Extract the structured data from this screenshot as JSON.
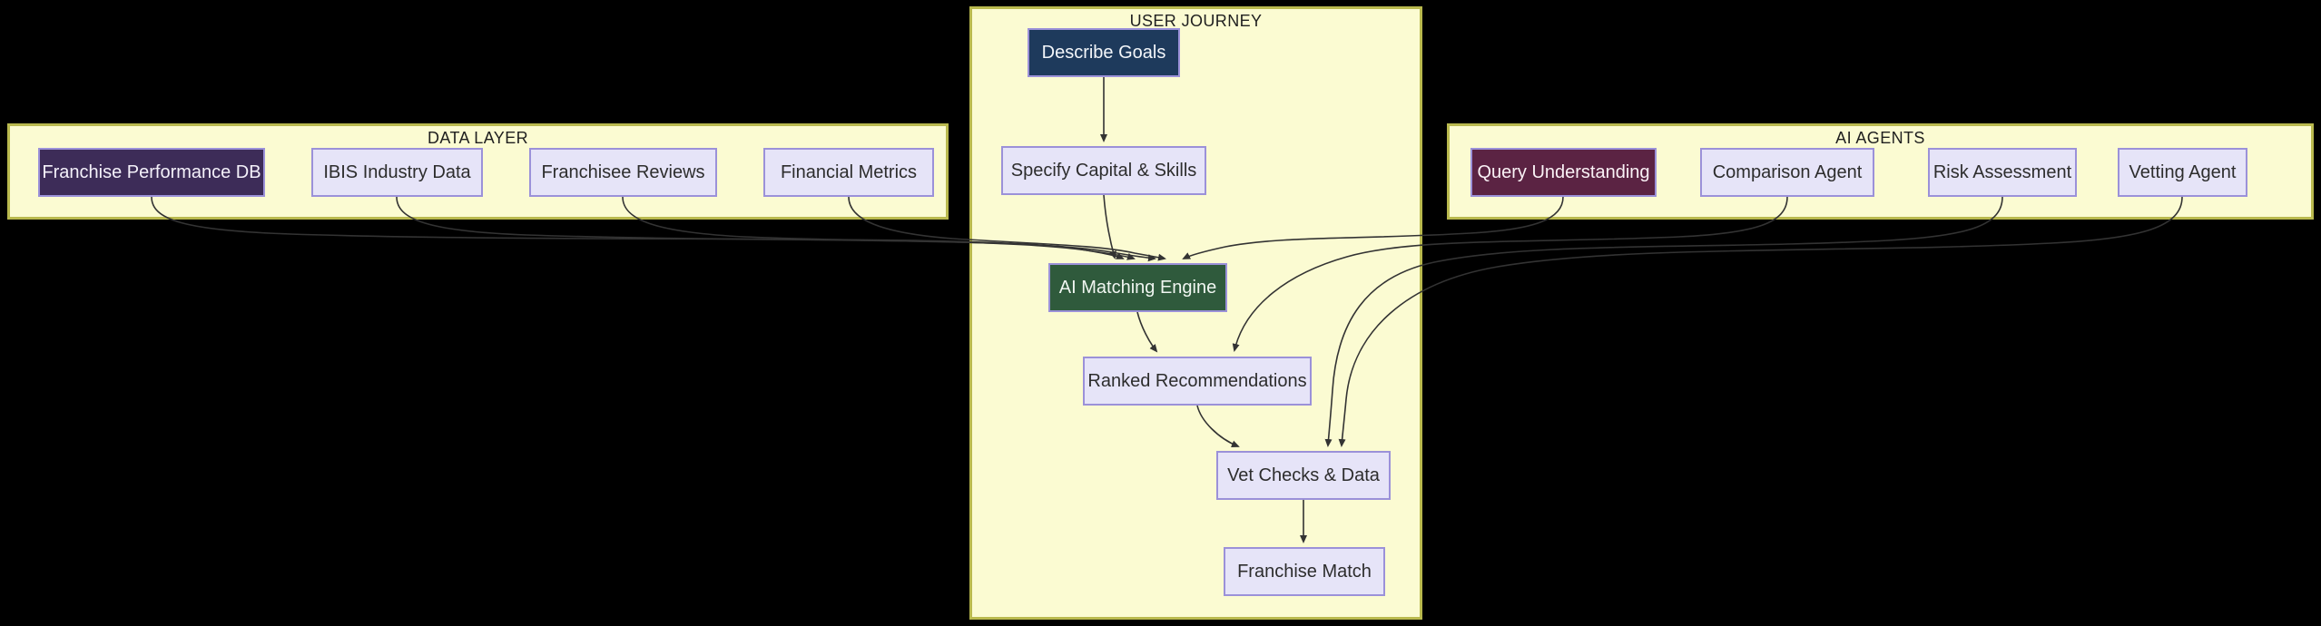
{
  "diagram": {
    "background_color": "#000000",
    "cluster_fill": "#fbfbd2",
    "cluster_border": "#b9b94e",
    "node_fill_default": "#e6e4f8",
    "node_border": "#9b91d9",
    "edge_color": "#333333",
    "clusters": [
      {
        "id": "data-layer",
        "label": "DATA LAYER",
        "nodes": [
          {
            "id": "franchise-performance-db",
            "label": "Franchise Performance DB",
            "fill": "#3d2c58",
            "text_color": "#f4f1fa"
          },
          {
            "id": "ibis-industry-data",
            "label": "IBIS Industry Data",
            "fill": "#e6e4f8",
            "text_color": "#2d2d2d"
          },
          {
            "id": "franchisee-reviews",
            "label": "Franchisee Reviews",
            "fill": "#e6e4f8",
            "text_color": "#2d2d2d"
          },
          {
            "id": "financial-metrics",
            "label": "Financial Metrics",
            "fill": "#e6e4f8",
            "text_color": "#2d2d2d"
          }
        ]
      },
      {
        "id": "user-journey",
        "label": "USER JOURNEY",
        "nodes": [
          {
            "id": "describe-goals",
            "label": "Describe Goals",
            "fill": "#1e3a5c",
            "text_color": "#f3f6fa"
          },
          {
            "id": "specify-capital-skills",
            "label": "Specify Capital & Skills",
            "fill": "#e6e4f8",
            "text_color": "#2d2d2d"
          },
          {
            "id": "ai-matching-engine",
            "label": "AI Matching Engine",
            "fill": "#2f5a3c",
            "text_color": "#f0f6f1"
          },
          {
            "id": "ranked-recommendations",
            "label": "Ranked Recommendations",
            "fill": "#e6e4f8",
            "text_color": "#2d2d2d"
          },
          {
            "id": "vet-checks-data",
            "label": "Vet Checks & Data",
            "fill": "#e6e4f8",
            "text_color": "#2d2d2d"
          },
          {
            "id": "franchise-match",
            "label": "Franchise Match",
            "fill": "#e6e4f8",
            "text_color": "#2d2d2d"
          }
        ]
      },
      {
        "id": "ai-agents",
        "label": "AI AGENTS",
        "nodes": [
          {
            "id": "query-understanding",
            "label": "Query Understanding",
            "fill": "#5b2343",
            "text_color": "#faf2f6"
          },
          {
            "id": "comparison-agent",
            "label": "Comparison Agent",
            "fill": "#e6e4f8",
            "text_color": "#2d2d2d"
          },
          {
            "id": "risk-assessment",
            "label": "Risk Assessment",
            "fill": "#e6e4f8",
            "text_color": "#2d2d2d"
          },
          {
            "id": "vetting-agent",
            "label": "Vetting Agent",
            "fill": "#e6e4f8",
            "text_color": "#2d2d2d"
          }
        ]
      }
    ],
    "edges": [
      {
        "from": "describe-goals",
        "to": "specify-capital-skills"
      },
      {
        "from": "specify-capital-skills",
        "to": "ai-matching-engine"
      },
      {
        "from": "franchise-performance-db",
        "to": "ai-matching-engine"
      },
      {
        "from": "ibis-industry-data",
        "to": "ai-matching-engine"
      },
      {
        "from": "franchisee-reviews",
        "to": "ai-matching-engine"
      },
      {
        "from": "financial-metrics",
        "to": "ai-matching-engine"
      },
      {
        "from": "query-understanding",
        "to": "ai-matching-engine"
      },
      {
        "from": "ai-matching-engine",
        "to": "ranked-recommendations"
      },
      {
        "from": "comparison-agent",
        "to": "ranked-recommendations"
      },
      {
        "from": "ranked-recommendations",
        "to": "vet-checks-data"
      },
      {
        "from": "risk-assessment",
        "to": "vet-checks-data"
      },
      {
        "from": "vetting-agent",
        "to": "vet-checks-data"
      },
      {
        "from": "vet-checks-data",
        "to": "franchise-match"
      }
    ]
  }
}
